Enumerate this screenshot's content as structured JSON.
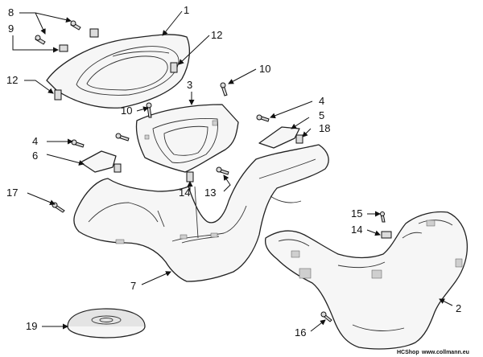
{
  "callouts": {
    "n1": "1",
    "n2": "2",
    "n3": "3",
    "n4a": "4",
    "n4b": "4",
    "n5": "5",
    "n6": "6",
    "n7": "7",
    "n8": "8",
    "n9": "9",
    "n10a": "10",
    "n10b": "10",
    "n12a": "12",
    "n12b": "12",
    "n13": "13",
    "n14a": "14",
    "n14b": "14",
    "n15": "15",
    "n16": "16",
    "n17": "17",
    "n18": "18",
    "n19": "19"
  },
  "credit": {
    "shop": "HCShop",
    "site": "www.collmann.eu"
  }
}
